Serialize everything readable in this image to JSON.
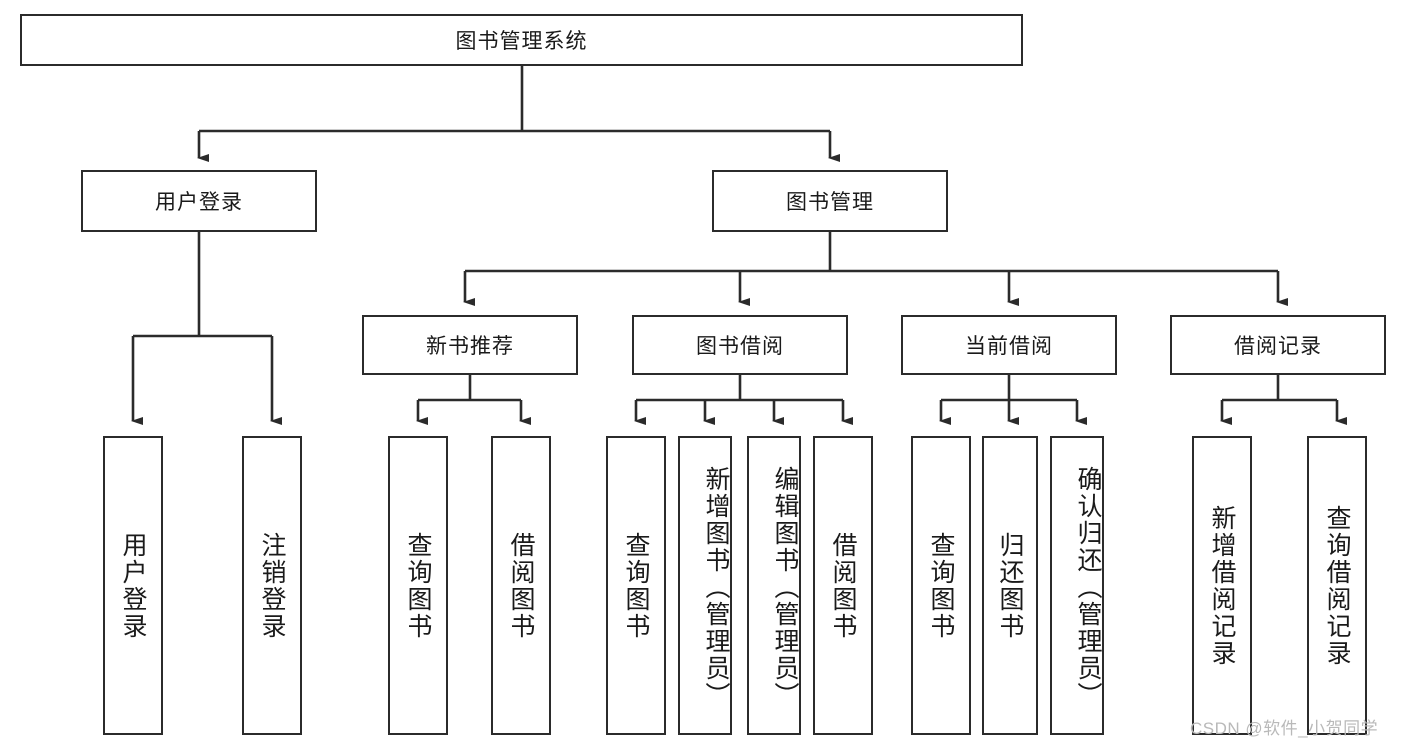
{
  "diagram": {
    "title_node": {
      "label": "图书管理系统"
    },
    "level2": [
      {
        "label": "用户登录"
      },
      {
        "label": "图书管理"
      }
    ],
    "level3": [
      {
        "label": "新书推荐"
      },
      {
        "label": "图书借阅"
      },
      {
        "label": "当前借阅"
      },
      {
        "label": "借阅记录"
      }
    ],
    "leaves": {
      "user_login": [
        {
          "label": "用户登录"
        },
        {
          "label": "注销登录"
        }
      ],
      "new_book_recommend": [
        {
          "label": "查询图书"
        },
        {
          "label": "借阅图书"
        }
      ],
      "book_borrow": [
        {
          "label": "查询图书"
        },
        {
          "label": "新增图书（管理员）"
        },
        {
          "label": "编辑图书（管理员）"
        },
        {
          "label": "借阅图书"
        }
      ],
      "current_borrow": [
        {
          "label": "查询图书"
        },
        {
          "label": "归还图书"
        },
        {
          "label": "确认归还（管理员）"
        }
      ],
      "borrow_record": [
        {
          "label": "新增借阅记录"
        },
        {
          "label": "查询借阅记录"
        }
      ]
    }
  },
  "watermark": {
    "text": "CSDN @软件_小贺同学"
  },
  "colors": {
    "stroke": "#2b2b2b",
    "box_fill": "#ffffff",
    "text": "#1a1a1a",
    "watermark": "#b9b9b9"
  }
}
